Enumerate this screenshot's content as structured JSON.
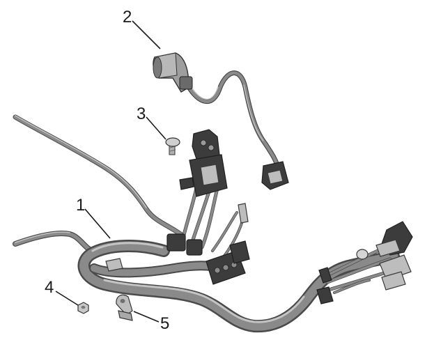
{
  "callouts": [
    {
      "id": "1",
      "label": "1"
    },
    {
      "id": "2",
      "label": "2"
    },
    {
      "id": "3",
      "label": "3"
    },
    {
      "id": "4",
      "label": "4"
    },
    {
      "id": "5",
      "label": "5"
    }
  ],
  "colors": {
    "background": "#ffffff",
    "line": "#1a1a1a",
    "harness_dark": "#4a4a4a",
    "harness_mid": "#8a8a8a",
    "harness_highlight": "#c4c4c4"
  }
}
